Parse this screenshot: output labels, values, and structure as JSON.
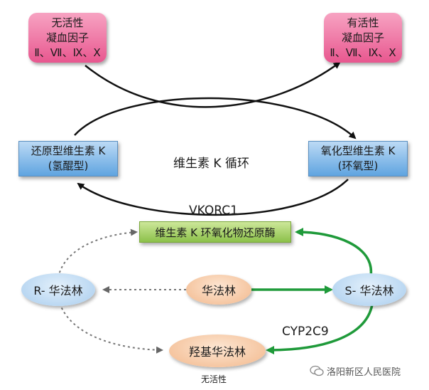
{
  "inactive_factors": {
    "line1": "无活性",
    "line2": "凝血因子",
    "line3": "Ⅱ、Ⅶ、Ⅸ、Ⅹ"
  },
  "active_factors": {
    "line1": "有活性",
    "line2": "凝血因子",
    "line3": "Ⅱ、Ⅶ、Ⅸ、Ⅹ"
  },
  "reduced_vk": {
    "line1": "还原型维生素 K",
    "line2": "(氢醌型)"
  },
  "oxidized_vk": {
    "line1": "氧化型维生素 K",
    "line2": "(环氧型)"
  },
  "cycle_label": "维生素 K 循环",
  "vkorc1_label": "VKORC1",
  "vkorc1_box": "维生素 K 环氧化物还原酶",
  "r_warfarin": "R- 华法林",
  "warfarin": "华法林",
  "s_warfarin": "S- 华法林",
  "cyp_label": "CYP2C9",
  "hydroxy_warfarin": "羟基华法林",
  "inactive_label": "无活性",
  "watermark": "洛阳新区人民医院",
  "colors": {
    "green_arrow": "#1f9a3a",
    "gray_dotted": "#777777",
    "black_arrow": "#111111"
  }
}
